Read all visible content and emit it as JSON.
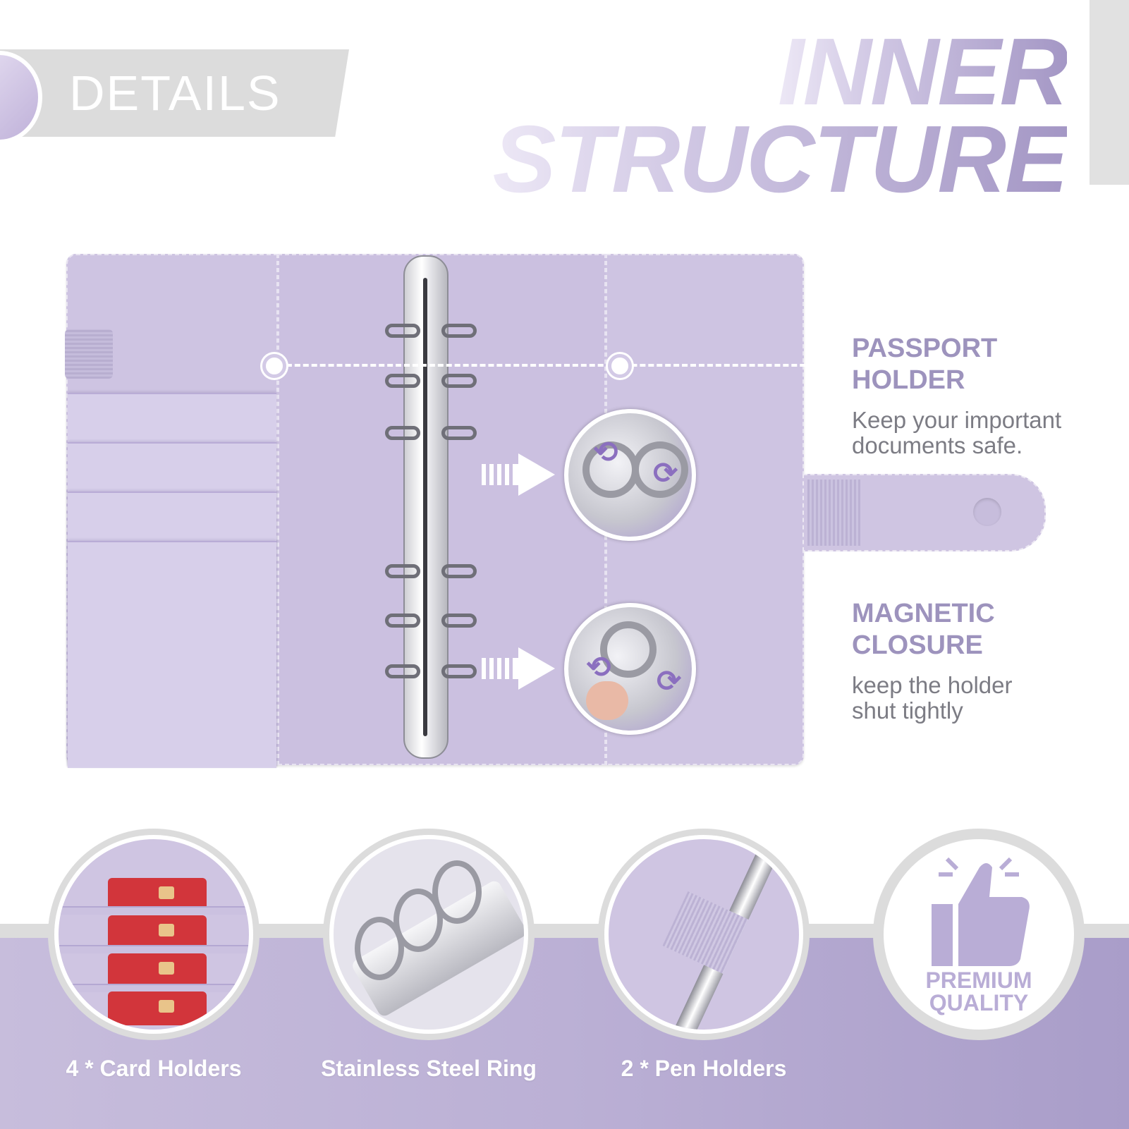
{
  "header": {
    "section_tag": "DETAILS",
    "title_line1": "INNER",
    "title_line2": "STRUCTURE"
  },
  "features": [
    {
      "title_line1": "PASSPORT",
      "title_line2": "HOLDER",
      "desc_line1": "Keep your important",
      "desc_line2": "documents safe."
    },
    {
      "title_line1": "MAGNETIC",
      "title_line2": "CLOSURE",
      "desc_line1": "keep the holder",
      "desc_line2": "shut tightly"
    }
  ],
  "bottom": {
    "items": [
      {
        "label": "4 * Card Holders"
      },
      {
        "label": "Stainless Steel Ring"
      },
      {
        "label": "2 * Pen Holders"
      }
    ],
    "badge_line1": "PREMIUM",
    "badge_line2": "QUALITY"
  },
  "colors": {
    "accent": "#9d93bd",
    "binder": "#cec4e2",
    "band": "#bbb0d5"
  }
}
